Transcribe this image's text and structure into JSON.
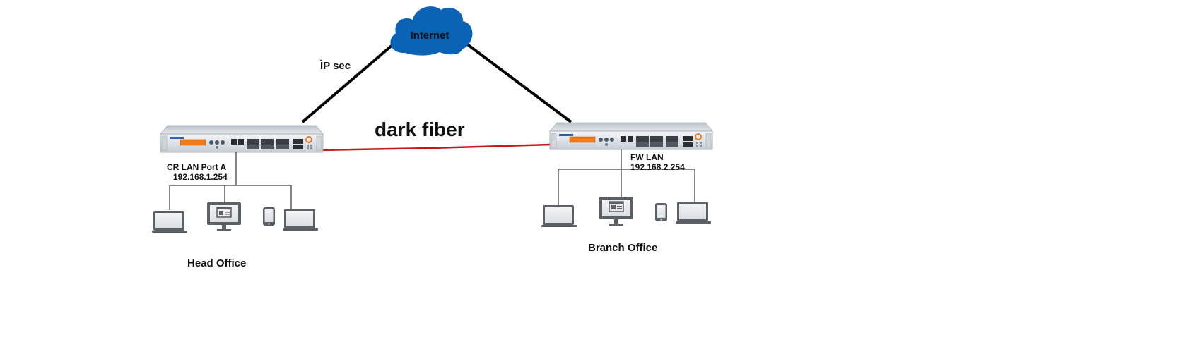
{
  "cloud": {
    "label": "Internet",
    "color": "#0b63b6"
  },
  "links": {
    "ipsec_label": "ÌP sec",
    "dark_fiber_label": "dark fiber",
    "dark_fiber_color": "#c8161d",
    "uplink_color": "#000000"
  },
  "head_office": {
    "title": "Head Office",
    "port_label": "CR LAN Port A",
    "ip": "192.168.1.254"
  },
  "branch_office": {
    "title": "Branch Office",
    "port_label": "FW LAN",
    "ip": "192.168.2.254"
  },
  "icons": [
    "cloud-icon",
    "firewall-appliance-icon",
    "laptop-icon",
    "desktop-monitor-icon",
    "tablet-icon"
  ]
}
